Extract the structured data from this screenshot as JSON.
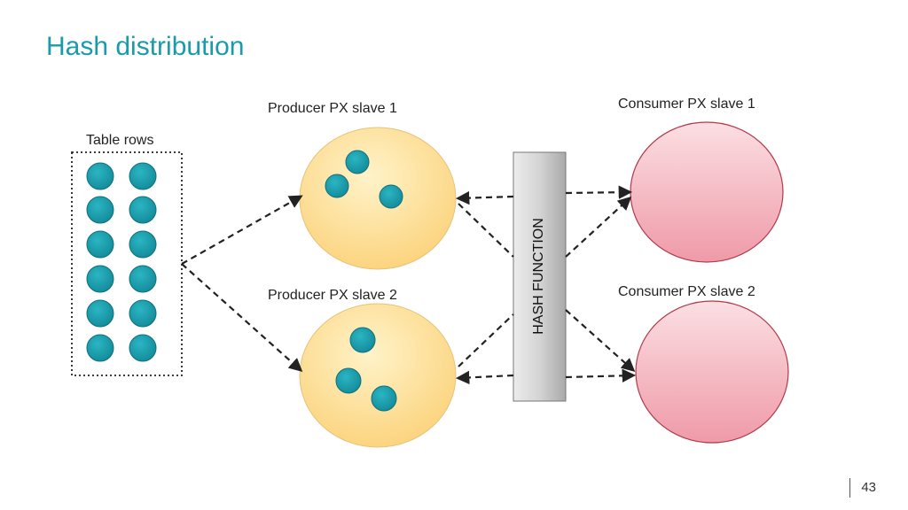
{
  "title": "Hash distribution",
  "labels": {
    "table_rows": "Table rows",
    "producer_1": "Producer PX slave 1",
    "producer_2": "Producer PX slave 2",
    "consumer_1": "Consumer PX slave 1",
    "consumer_2": "Consumer PX slave 2",
    "hash_function": "HASH FUNCTION"
  },
  "page_number": "43",
  "colors": {
    "title": "#1a9bab",
    "row_dot": "#1a9bab",
    "producer_fill": "#fbd98a",
    "consumer_fill": "#f3a7b2",
    "consumer_stroke": "#b23a4a",
    "hash_box": "#c8c8c8"
  }
}
